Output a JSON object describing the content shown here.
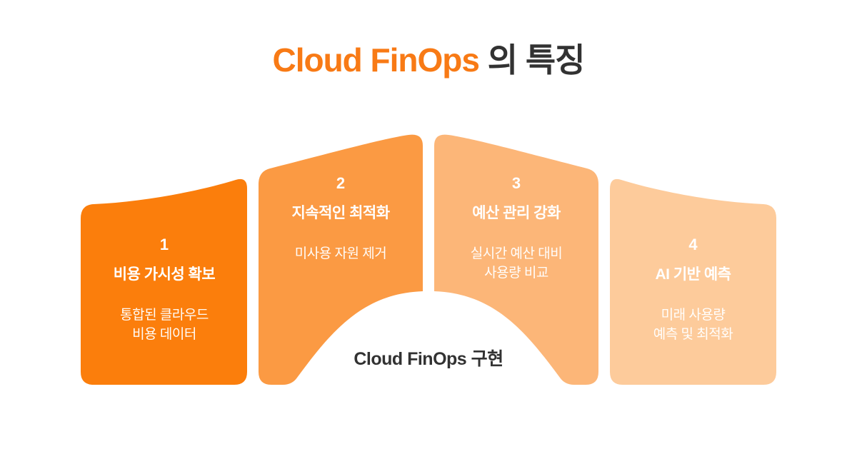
{
  "title": {
    "highlight": "Cloud FinOps",
    "rest": " 의 특징"
  },
  "colors": {
    "title_highlight": "#f87a15",
    "title_rest": "#323232",
    "panel_text": "#ffffff",
    "caption_text": "#323232",
    "background": "#ffffff"
  },
  "panels": [
    {
      "number": "1",
      "title": "비용 가시성 확보",
      "body": "통합된 클라우드\n비용 데이터",
      "color": "#fb7e0c"
    },
    {
      "number": "2",
      "title": "지속적인 최적화",
      "body": "미사용 자원 제거",
      "color": "#fb9a43"
    },
    {
      "number": "3",
      "title": "예산 관리 강화",
      "body": "실시간 예산 대비\n사용량 비교",
      "color": "#fcb678"
    },
    {
      "number": "4",
      "title": "AI 기반 예측",
      "body": "미래 사용량\n예측 및 최적화",
      "color": "#fdcb9b"
    }
  ],
  "caption": "Cloud FinOps 구현"
}
